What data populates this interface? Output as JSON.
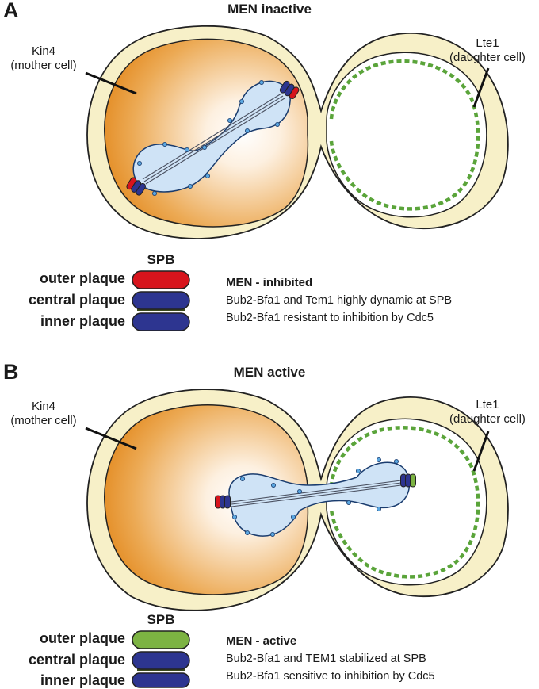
{
  "panels": [
    {
      "letter": "A",
      "title": "MEN inactive",
      "mother_label": [
        "Kin4",
        "(mother cell)"
      ],
      "daughter_label": [
        "Lte1",
        "(daughter cell)"
      ],
      "spb_title": "SPB",
      "plaques": [
        "outer plaque",
        "central plaque",
        "inner plaque"
      ],
      "outer_plaque_color": "#d7141c",
      "status_title": "MEN - inhibited",
      "status_lines": [
        "Bub2-Bfa1 and Tem1 highly dynamic at SPB",
        "Bub2-Bfa1 resistant to inhibition by Cdc5"
      ]
    },
    {
      "letter": "B",
      "title": "MEN active",
      "mother_label": [
        "Kin4",
        "(mother cell)"
      ],
      "daughter_label": [
        "Lte1",
        "(daughter cell)"
      ],
      "spb_title": "SPB",
      "plaques": [
        "outer plaque",
        "central plaque",
        "inner plaque"
      ],
      "outer_plaque_color": "#7cb342",
      "status_title": "MEN - active",
      "status_lines": [
        "Bub2-Bfa1 and TEM1 stabilized at SPB",
        "Bub2-Bfa1 sensitive to inhibition by Cdc5"
      ]
    }
  ],
  "colors": {
    "cell_wall": "#f7f0c8",
    "mother_orange": "#e8912a",
    "nucleus": "#cfe3f6",
    "spb_blue": "#2d3590",
    "spb_red": "#d7141c",
    "spb_green": "#7cb342",
    "lte1_green": "#5aa43a"
  }
}
